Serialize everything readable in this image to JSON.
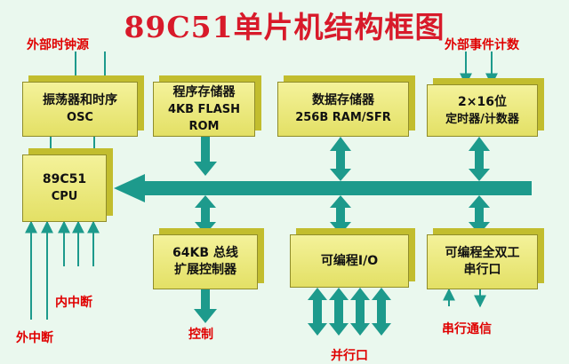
{
  "title": "89C51单片机结构框图",
  "labels": {
    "ext_clock": "外部时钟源",
    "ext_event": "外部事件计数",
    "int_interrupt": "内中断",
    "ext_interrupt": "外中断",
    "control": "控制",
    "parallel_port": "并行口",
    "serial_comm": "串行通信"
  },
  "blocks": {
    "oscillator": [
      "振荡器和时序",
      "OSC"
    ],
    "program_memory": [
      "程序存储器",
      "4KB FLASH",
      "ROM"
    ],
    "data_memory": [
      "数据存储器",
      "256B RAM/SFR"
    ],
    "timer": [
      "2×16位",
      "定时器/计数器"
    ],
    "cpu": [
      "89C51",
      "CPU"
    ],
    "bus_expansion": [
      "64KB 总线",
      "扩展控制器"
    ],
    "programmable_io": [
      "可编程I/O"
    ],
    "uart": [
      "可编程全双工",
      "串行口"
    ]
  },
  "colors": {
    "bus": "#1d9a8c",
    "bus_head": "#167f74",
    "box_face": "#ecea80",
    "box_side": "#c2bd2e",
    "label_red": "#e00000",
    "title_red": "#d81a2a",
    "connector": "#1d9a8c"
  }
}
